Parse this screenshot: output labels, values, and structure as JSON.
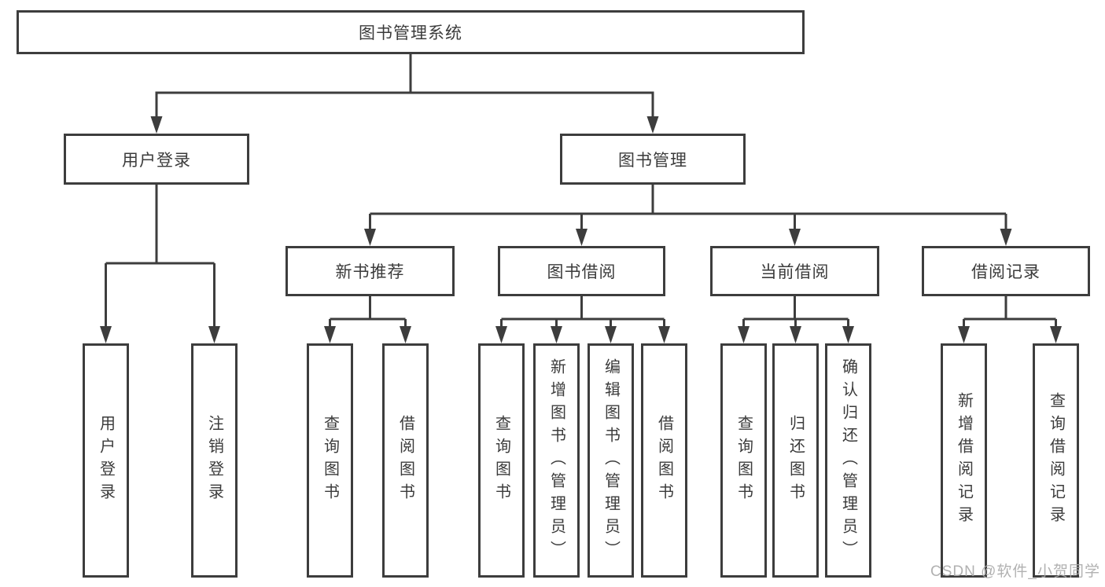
{
  "diagram": {
    "root": "图书管理系统",
    "l2": [
      "用户登录",
      "图书管理"
    ],
    "l3": [
      "新书推荐",
      "图书借阅",
      "当前借阅",
      "借阅记录"
    ],
    "leaves_login": [
      "用户登录",
      "注销登录"
    ],
    "leaves_newbook": [
      "查询图书",
      "借阅图书"
    ],
    "leaves_borrow": [
      "查询图书",
      "新增图书（管理员）",
      "编辑图书（管理员）",
      "借阅图书"
    ],
    "leaves_current": [
      "查询图书",
      "归还图书",
      "确认归还（管理员）"
    ],
    "leaves_records": [
      "新增借阅记录",
      "查询借阅记录"
    ]
  },
  "colors": {
    "line": "#3d3d3d",
    "text": "#3b3b3b",
    "watermark": "#a8a8a8",
    "background": "#ffffff"
  },
  "watermark": {
    "text": "CSDN @软件_小贺同学"
  }
}
